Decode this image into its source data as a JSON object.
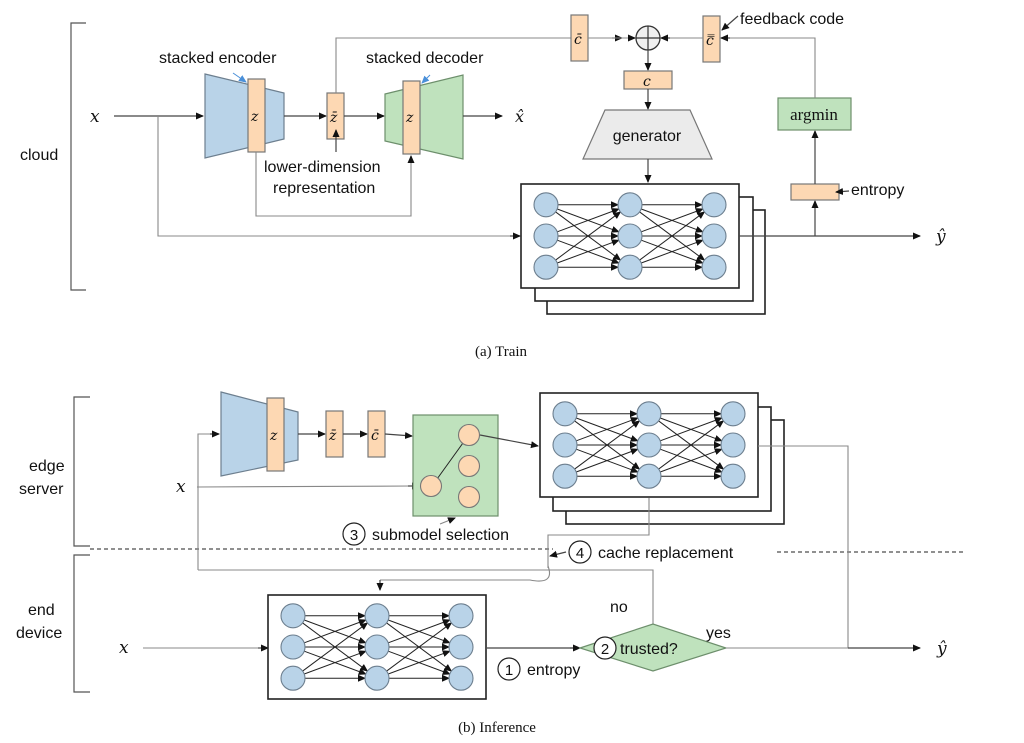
{
  "figure": {
    "panel_a": {
      "caption": "(a) Train",
      "region_label": "cloud",
      "input_label": "x",
      "encoder_label": "stacked encoder",
      "decoder_label": "stacked decoder",
      "encoder_code": "z",
      "decoder_code": "z",
      "reduced_code": "z̄",
      "reduced_note_line1": "lower-dimension",
      "reduced_note_line2": "representation",
      "reconstruction_label": "x̂",
      "code_bar": "c̄",
      "feedback_code_symbol": "c̿",
      "feedback_code_label": "feedback code",
      "sum_symbol": "⊕",
      "combined_code": "c",
      "generator_label": "generator",
      "argmin_label": "argmin",
      "entropy_label": "entropy",
      "output_label": "ŷ"
    },
    "panel_b": {
      "caption": "(b) Inference",
      "edge_region_label_line1": "edge",
      "edge_region_label_line2": "server",
      "end_region_label_line1": "end",
      "end_region_label_line2": "device",
      "edge_input_label": "x",
      "end_input_label": "x",
      "encoder_code": "z",
      "reduced_code": "z̄",
      "code_bar": "c̄",
      "steps": [
        {
          "number": "1",
          "label": "entropy"
        },
        {
          "number": "2",
          "label": "trusted?"
        },
        {
          "number": "3",
          "label": "submodel selection"
        },
        {
          "number": "4",
          "label": "cache replacement"
        }
      ],
      "no_label": "no",
      "yes_label": "yes",
      "output_label": "ŷ"
    }
  }
}
